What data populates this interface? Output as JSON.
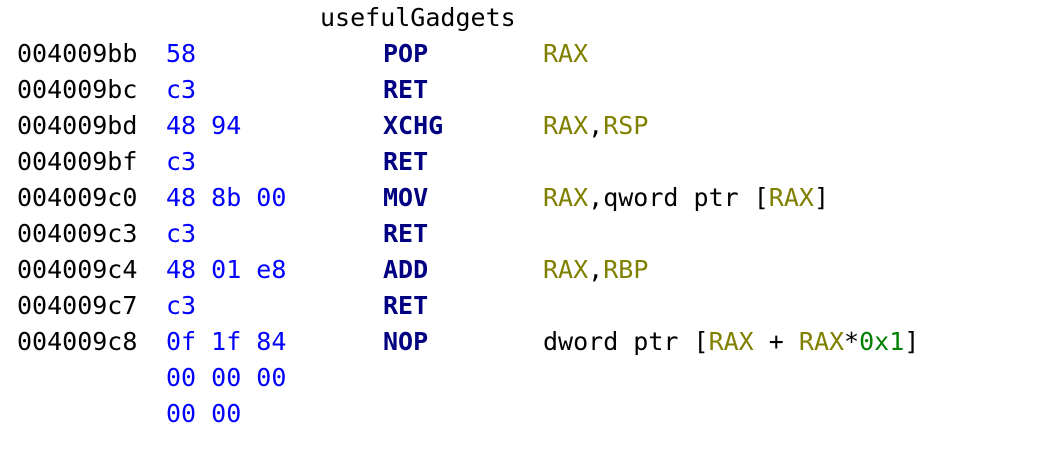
{
  "window": {
    "title": "usefulGadgets",
    "background": "#ffffff"
  },
  "colors": {
    "address": "#000000",
    "bytes": "#0000ff",
    "mnemonic": "#000080",
    "register": "#808000",
    "separator": "#000000",
    "constant": "#008000",
    "label": "#000000",
    "background": "#ffffff"
  },
  "listing": {
    "label": "usefulGadgets",
    "rows": [
      {
        "kind": "label",
        "label": "usefulGadgets"
      },
      {
        "kind": "instruction",
        "address": "004009bb",
        "bytes": "58",
        "mnemonic": "POP",
        "operands": [
          {
            "text": "RAX",
            "type": "reg"
          }
        ]
      },
      {
        "kind": "instruction",
        "address": "004009bc",
        "bytes": "c3",
        "mnemonic": "RET",
        "operands": []
      },
      {
        "kind": "instruction",
        "address": "004009bd",
        "bytes": "48 94",
        "mnemonic": "XCHG",
        "operands": [
          {
            "text": "RAX",
            "type": "reg"
          },
          {
            "text": ",",
            "type": "punct"
          },
          {
            "text": "RSP",
            "type": "reg"
          }
        ]
      },
      {
        "kind": "instruction",
        "address": "004009bf",
        "bytes": "c3",
        "mnemonic": "RET",
        "operands": []
      },
      {
        "kind": "instruction",
        "address": "004009c0",
        "bytes": "48 8b 00",
        "mnemonic": "MOV",
        "operands": [
          {
            "text": "RAX",
            "type": "reg"
          },
          {
            "text": ",qword ptr [",
            "type": "plain"
          },
          {
            "text": "RAX",
            "type": "reg"
          },
          {
            "text": "]",
            "type": "plain"
          }
        ]
      },
      {
        "kind": "instruction",
        "address": "004009c3",
        "bytes": "c3",
        "mnemonic": "RET",
        "operands": []
      },
      {
        "kind": "instruction",
        "address": "004009c4",
        "bytes": "48 01 e8",
        "mnemonic": "ADD",
        "operands": [
          {
            "text": "RAX",
            "type": "reg"
          },
          {
            "text": ",",
            "type": "punct"
          },
          {
            "text": "RBP",
            "type": "reg"
          }
        ]
      },
      {
        "kind": "instruction",
        "address": "004009c7",
        "bytes": "c3",
        "mnemonic": "RET",
        "operands": []
      },
      {
        "kind": "instruction",
        "address": "004009c8",
        "bytes": "0f 1f 84",
        "mnemonic": "NOP",
        "operands": [
          {
            "text": "dword ptr [",
            "type": "plain"
          },
          {
            "text": "RAX",
            "type": "reg"
          },
          {
            "text": " + ",
            "type": "plain"
          },
          {
            "text": "RAX",
            "type": "reg"
          },
          {
            "text": "*",
            "type": "plain"
          },
          {
            "text": "0x1",
            "type": "num"
          },
          {
            "text": "]",
            "type": "plain"
          }
        ]
      },
      {
        "kind": "bytes-continuation",
        "address": "",
        "bytes": "00 00 00",
        "mnemonic": "",
        "operands": []
      },
      {
        "kind": "bytes-continuation",
        "address": "",
        "bytes": "00 00",
        "mnemonic": "",
        "operands": []
      }
    ]
  }
}
